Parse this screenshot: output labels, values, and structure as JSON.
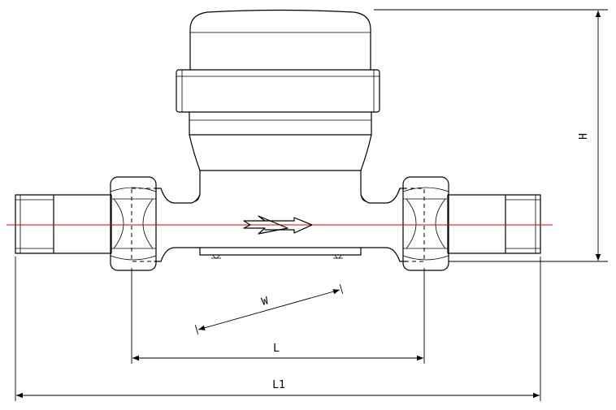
{
  "diagram": {
    "colors": {
      "line": "#000000",
      "centerline": "#e00000",
      "background": "#ffffff"
    },
    "dimensions": {
      "height_label": "H",
      "width_label": "W",
      "length_label": "L",
      "overall_length_label": "L1"
    }
  }
}
